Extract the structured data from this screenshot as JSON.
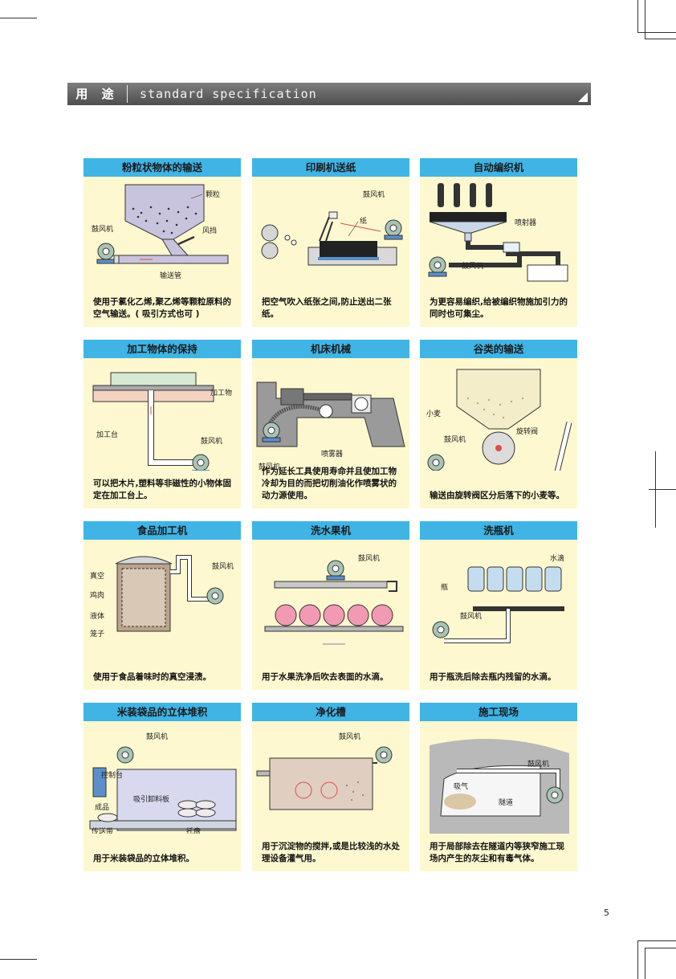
{
  "banner": {
    "title": "用 途",
    "subtitle": "standard specification"
  },
  "cards": [
    {
      "title": "粉粒状物体的输送",
      "caption": "使用于氯化乙烯,聚乙烯等颗粒原料的空气输送。( 吸引方式也可 )",
      "labels": [
        "颗粒",
        "鼓风机",
        "风挡",
        "输送管"
      ]
    },
    {
      "title": "印刷机送纸",
      "caption": "把空气吹入纸张之间,防止送出二张纸。",
      "labels": [
        "鼓风机",
        "纸"
      ]
    },
    {
      "title": "自动编织机",
      "caption": "为更容易编织,给被编织物施加引力的同时也可集尘。",
      "labels": [
        "喷射器",
        "鼓风机"
      ]
    },
    {
      "title": "加工物体的保持",
      "caption": "可以把木片,塑料等非磁性的小物体固定在加工台上。",
      "labels": [
        "加工物",
        "加工台",
        "鼓风机"
      ]
    },
    {
      "title": "机床机械",
      "caption": "作为延长工具使用寿命并且使加工物冷却为目的而把切削油化作喷雾状的动力源使用。",
      "labels": [
        "鼓风机",
        "喷雾器"
      ]
    },
    {
      "title": "谷类的输送",
      "caption": "输送由旋转阀区分后落下的小麦等。",
      "labels": [
        "小麦",
        "旋转阀",
        "鼓风机"
      ]
    },
    {
      "title": "食品加工机",
      "caption": "使用于食品着味时的真空浸渍。",
      "labels": [
        "真空",
        "鸡肉",
        "液体",
        "笼子",
        "鼓风机"
      ]
    },
    {
      "title": "洗水果机",
      "caption": "用于水果洗净后吹去表面的水滴。",
      "labels": [
        "鼓风机"
      ]
    },
    {
      "title": "洗瓶机",
      "caption": "用于瓶洗后除去瓶内残留的水滴。",
      "labels": [
        "水滴",
        "瓶",
        "鼓风机"
      ]
    },
    {
      "title": "米装袋品的立体堆积",
      "caption": "用于米装袋品的立体堆积。",
      "labels": [
        "鼓风机",
        "控制台",
        "吸引卸料板",
        "成品",
        "传送带",
        "托盘"
      ]
    },
    {
      "title": "净化槽",
      "caption": "用于沉淀物的搅拌,或是比较浅的水处理设备灌气用。",
      "labels": [
        "鼓风机"
      ]
    },
    {
      "title": "施工现场",
      "caption": "用于局部除去在隧道内等狭窄施工现场内产生的灰尘和有毒气体。",
      "labels": [
        "鼓风机",
        "吸气",
        "隧道"
      ]
    }
  ],
  "page_number": "5"
}
